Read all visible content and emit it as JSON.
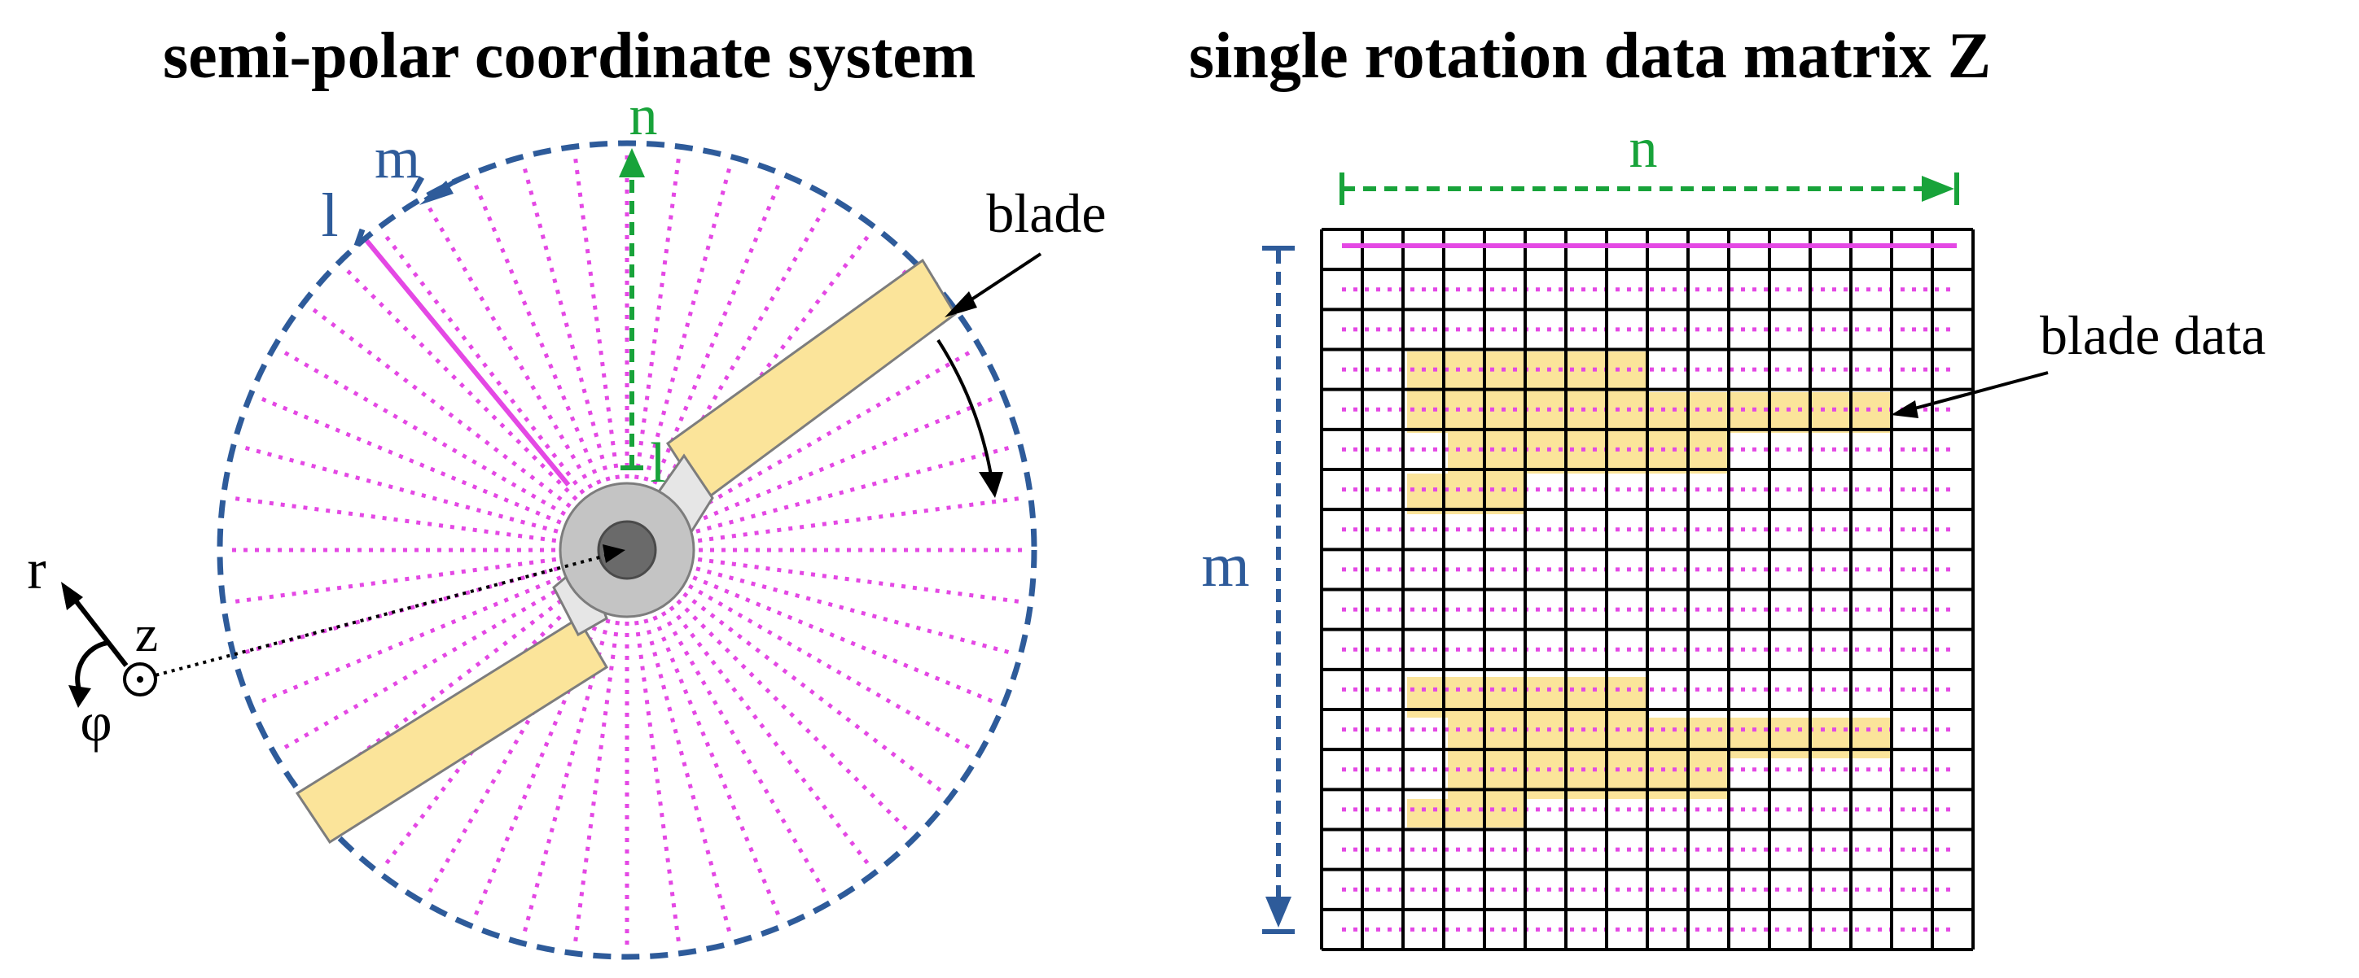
{
  "left_panel": {
    "title": "semi-polar coordinate system",
    "labels": {
      "n": "n",
      "m": "m",
      "l_outer": "l",
      "l_inner": "l",
      "blade": "blade",
      "r": "r",
      "z": "z",
      "phi": "φ"
    }
  },
  "right_panel": {
    "title": "single rotation data matrix Z",
    "labels": {
      "n": "n",
      "m": "m",
      "blade_data": "blade data"
    },
    "matrix": {
      "rows": 18,
      "cols": 16
    }
  },
  "colors": {
    "blue": "#2e5b9a",
    "green": "#18a33a",
    "magenta": "#e448e4",
    "blade_fill": "#fbe49a",
    "hub_gray": "#c4c4c4",
    "hub_dark": "#6a6a6a"
  },
  "rays": {
    "count": 48
  }
}
